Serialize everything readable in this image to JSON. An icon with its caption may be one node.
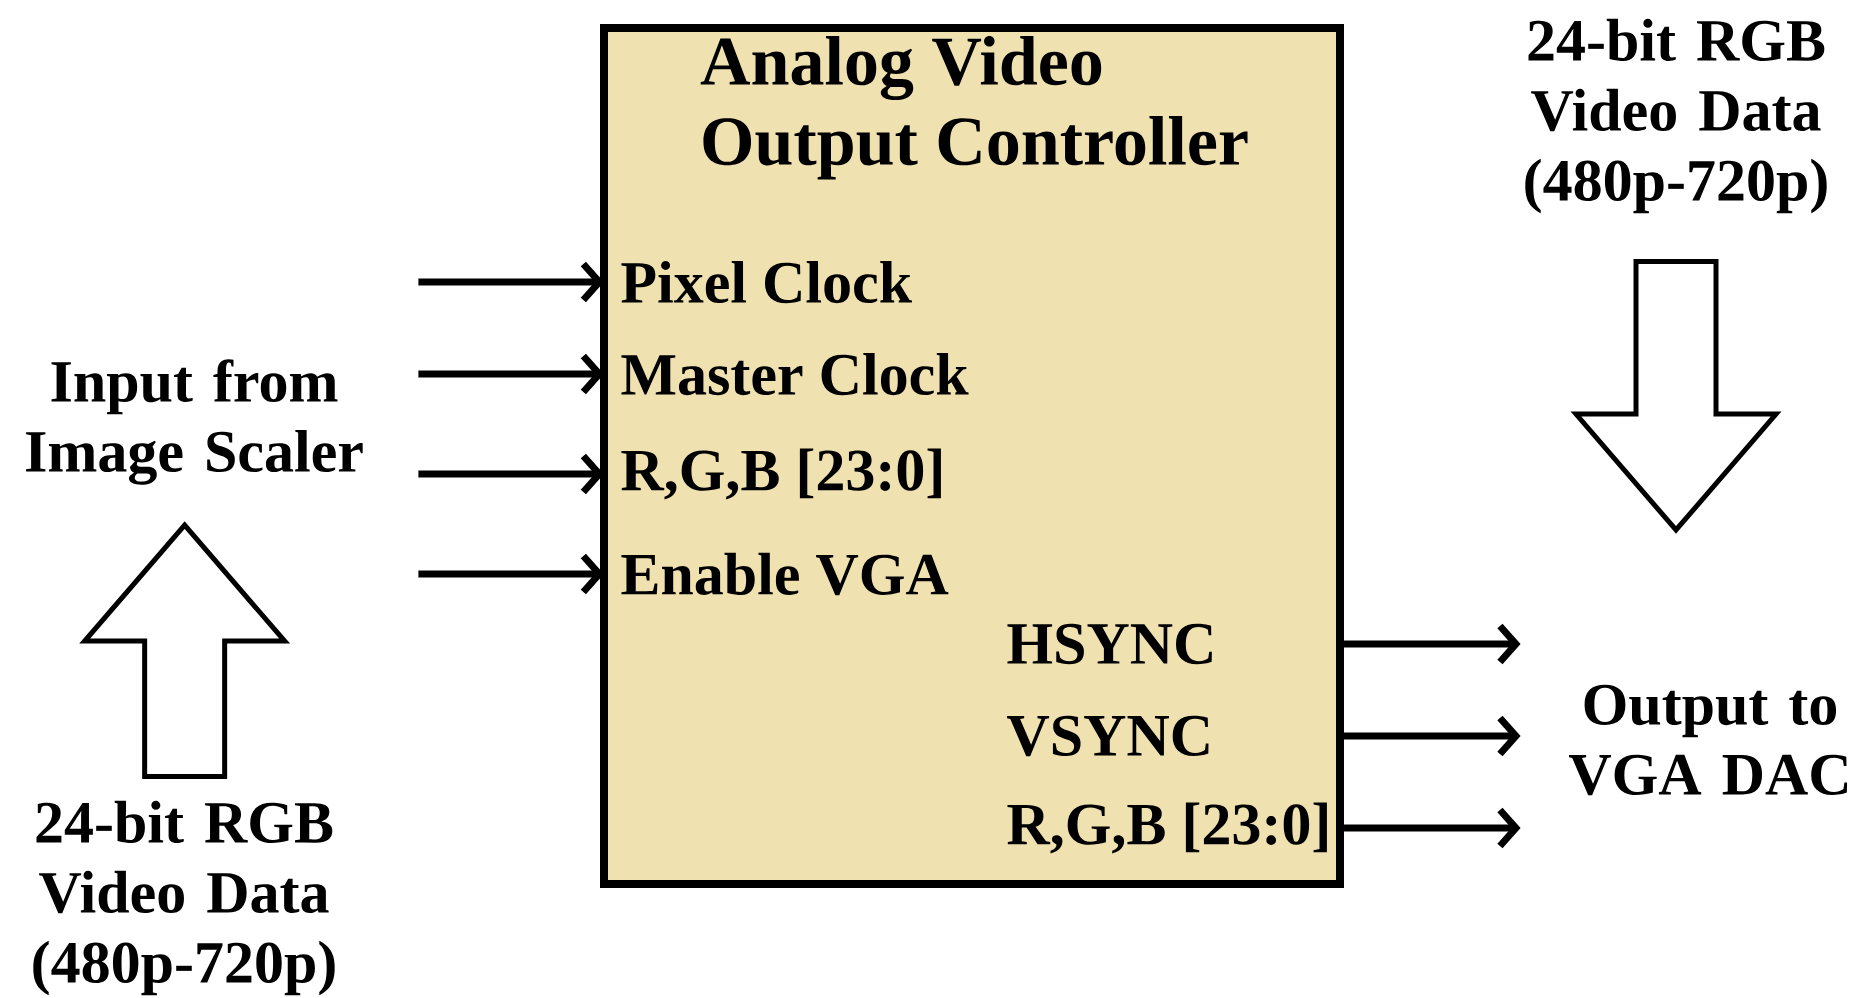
{
  "diagram": {
    "nodes": [
      {
        "text": [
          "Analog Video Output Controller"
        ]
      },
      {
        "text": [
          "Pixel Clock"
        ],
        "in": 0
      },
      {
        "text": [
          "Master Clock"
        ],
        "in": 0
      },
      {
        "text": [
          "R,G,B [23:0]"
        ],
        "in": 0
      },
      {
        "text": [
          "Enable VGA"
        ],
        "in": 0
      },
      {
        "text": [
          "HSYNC"
        ],
        "in": 0
      },
      {
        "text": [
          "VSYNC"
        ],
        "in": 0
      },
      {
        "text": [
          "R,G,B [23:0]"
        ],
        "in": 0
      },
      {
        "text": [
          "Input from Image Scaler"
        ]
      },
      {
        "text": [
          "24-bit RGB Video Data (480p-720p)"
        ]
      },
      {
        "text": [
          "24-bit RGB Video Data (480p-720p)"
        ]
      },
      {
        "text": [
          "Output to VGA DAC"
        ]
      }
    ],
    "edges": [
      {
        "from": 8,
        "to": 1,
        "arrow": "to"
      },
      {
        "from": 8,
        "to": 2,
        "arrow": "to"
      },
      {
        "from": 8,
        "to": 3,
        "arrow": "to"
      },
      {
        "from": 8,
        "to": 4,
        "arrow": "to"
      },
      {
        "from": 0,
        "to": 11,
        "arrow": "to"
      },
      {
        "from": 0,
        "to": 11,
        "arrow": "to"
      },
      {
        "from": 0,
        "to": 11,
        "arrow": "to"
      },
      {
        "from": 9,
        "to": 8,
        "arrow": "to",
        "style": "thick"
      },
      {
        "from": 10,
        "to": null,
        "arrow": "to",
        "style": "thick"
      }
    ]
  }
}
